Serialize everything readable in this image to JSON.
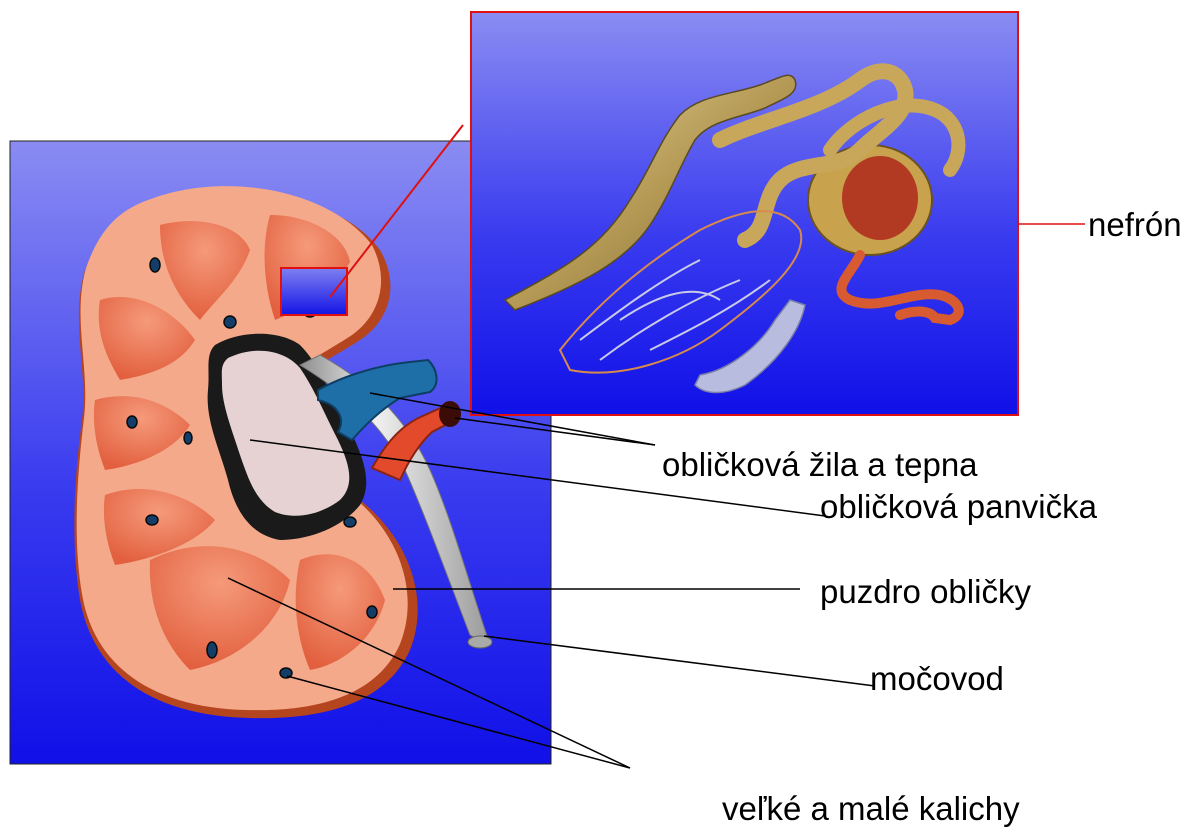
{
  "labels": {
    "nephron": "nefrón",
    "renal_vein_artery": "obličková žila a tepna",
    "renal_pelvis": "obličková panvička",
    "renal_capsule": "puzdro obličky",
    "ureter": "močovod",
    "calyces": "veľké a malé kalichy"
  },
  "colors": {
    "panel_blue_top": "#8a8cf2",
    "panel_blue_bottom": "#1010e8",
    "kidney_cortex": "#f2a586",
    "kidney_medulla": "#e8704f",
    "pelvis": "#e6d2d2",
    "vein": "#1e6fa8",
    "artery": "#e34a2b",
    "ureter": "#c8c8c8",
    "callout_line": "#e01010",
    "leader_line": "#000000"
  }
}
